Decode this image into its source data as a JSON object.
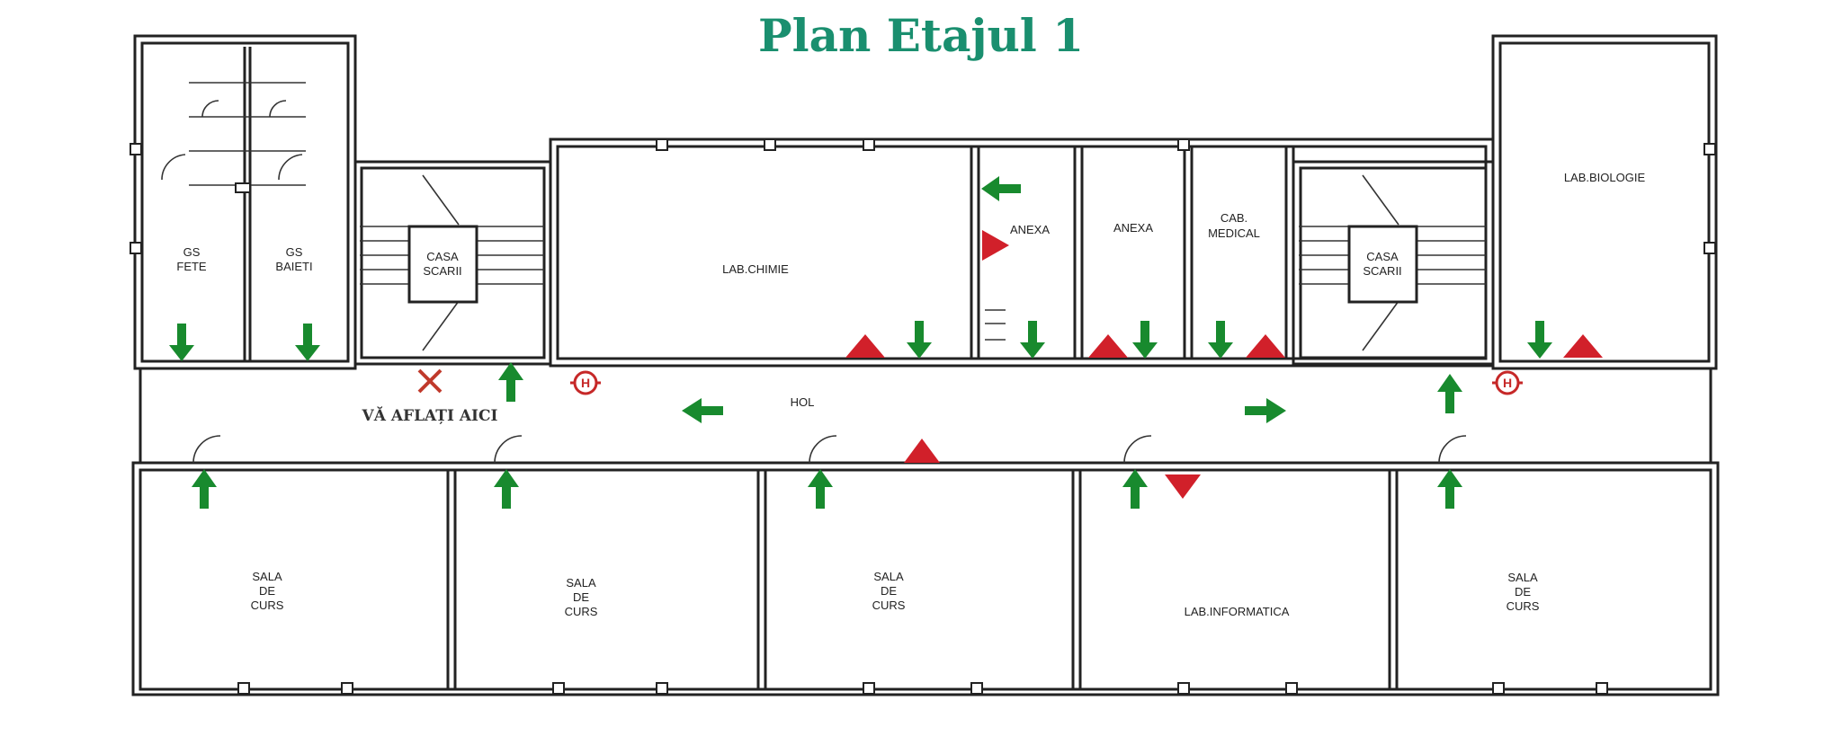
{
  "page_title": "Plan Etajul 1",
  "rooms": {
    "gs_fete": "GS FETE",
    "gs_baieti": "GS BAIETI",
    "casa_scarii_left": "CASA SCARII",
    "lab_chimie": "LAB.CHIMIE",
    "anexa_1": "ANEXA",
    "anexa_2": "ANEXA",
    "cab_medical": "CAB. MEDICAL",
    "casa_scarii_right": "CASA SCARII",
    "lab_biologie": "LAB.BIOLOGIE",
    "hol": "HOL",
    "sala_1": "SALA DE CURS",
    "sala_2": "SALA DE CURS",
    "sala_3": "SALA DE CURS",
    "lab_informatica": "LAB.INFORMATICA",
    "sala_5": "SALA DE CURS"
  },
  "you_are_here": "VĂ AFLAȚI AICI",
  "hydrant_symbol": "H",
  "legend_colors": {
    "exit_arrow": "#188a2e",
    "extinguisher": "#d1202a",
    "you_are_here_marker": "#c0392b",
    "title": "#1a8f6f"
  }
}
